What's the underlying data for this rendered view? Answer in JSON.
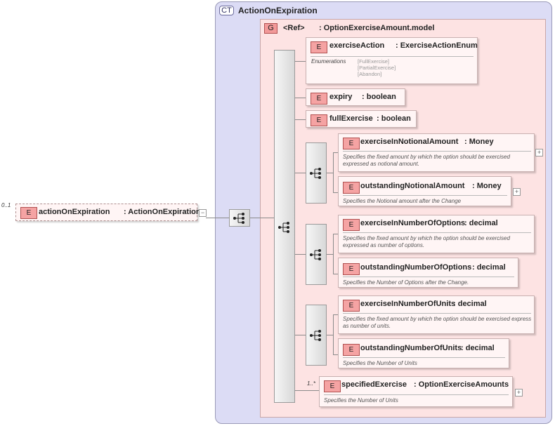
{
  "complex_type": {
    "badge": "CT",
    "name": "ActionOnExpiration"
  },
  "group": {
    "badge": "G",
    "ref": "<Ref>",
    "type": ": OptionExerciseAmount.model"
  },
  "root": {
    "cardinality": "0..1",
    "badge": "E",
    "name": "actionOnExpiration",
    "type": ": ActionOnExpiration",
    "expander": "−"
  },
  "elements": {
    "exerciseAction": {
      "badge": "E",
      "name": "exerciseAction",
      "type": ": ExerciseActionEnum",
      "enum_label": "Enumerations",
      "enum_values": [
        "[FullExercise]",
        "[PartialExercise]",
        "[Abandon]"
      ]
    },
    "expiry": {
      "badge": "E",
      "name": "expiry",
      "type": ": boolean"
    },
    "fullExercise": {
      "badge": "E",
      "name": "fullExercise",
      "type": ": boolean"
    },
    "exerciseInNotionalAmount": {
      "badge": "E",
      "name": "exerciseInNotionalAmount",
      "type": ": Money",
      "desc": "Specifies the fixed amount by which the option should be exercised expressed as notional amount.",
      "expander": "+"
    },
    "outstandingNotionalAmount": {
      "badge": "E",
      "name": "outstandingNotionalAmount",
      "type": ": Money",
      "desc": "Specifies the Notional amount after the Change",
      "expander": "+"
    },
    "exerciseInNumberOfOptions": {
      "badge": "E",
      "name": "exerciseInNumberOfOptions",
      "type": ": decimal",
      "desc": "Specifies the fixed amount by which the option should be exercised expressed as number of options."
    },
    "outstandingNumberOfOptions": {
      "badge": "E",
      "name": "outstandingNumberOfOptions",
      "type": ": decimal",
      "desc": "Specifies the Number of Options after the Change."
    },
    "exerciseInNumberOfUnits": {
      "badge": "E",
      "name": "exerciseInNumberOfUnits",
      "type": ": decimal",
      "desc": "Specifies the fixed amount by which the option should be exercised express as number of units."
    },
    "outstandingNumberOfUnits": {
      "badge": "E",
      "name": "outstandingNumberOfUnits",
      "type": ": decimal",
      "desc": "Specifies the Number of Units"
    },
    "specifiedExercise": {
      "cardinality": "1..*",
      "badge": "E",
      "name": "specifiedExercise",
      "type": ": OptionExerciseAmounts",
      "desc": "Specifies the Number of Units",
      "expander": "+"
    }
  }
}
